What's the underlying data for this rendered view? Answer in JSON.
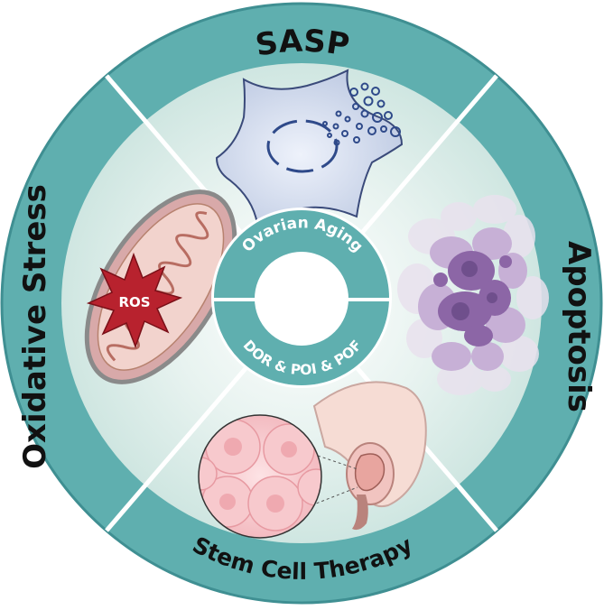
{
  "diagram": {
    "center": {
      "top_label": "Ovarian Aging",
      "bottom_label": "DOR & POI & POF"
    },
    "sections": {
      "top": {
        "label": "SASP"
      },
      "right": {
        "label": "Apoptosis"
      },
      "bottom": {
        "label": "Stem Cell Therapy"
      },
      "left": {
        "label": "Oxidative Stress"
      }
    },
    "ros_badge": {
      "label": "ROS"
    }
  },
  "colors": {
    "ring_teal": "#5fafaf",
    "ring_dark": "#3f8f92",
    "inner_bg": "#e4f1ee",
    "divider": "#ffffff",
    "ros_red": "#b8222e",
    "mito_fill": "#d8a9a9",
    "cell_fill": "#c9d3e8",
    "apoptosis_purple": "#9a78b0",
    "tissue_pink": "#f0b8bd"
  },
  "icons": {
    "top": "senescent-cell-icon",
    "right": "apoptotic-cell-icon",
    "bottom": "embryo-uterus-icon",
    "left": "mitochondrion-icon"
  }
}
